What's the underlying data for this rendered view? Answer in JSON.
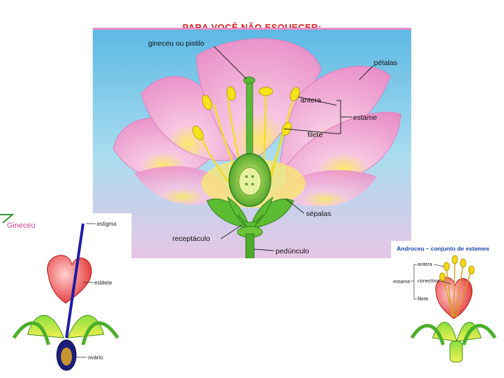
{
  "page": {
    "title": "PARA VOCÊ NÃO ESQUECER:"
  },
  "main_diagram": {
    "labels": {
      "gineceu": "gineceu ou pistilo",
      "petalas": "pétalas",
      "antera": "antera",
      "estame": "estame",
      "filete": "filete",
      "sepalas": "sépalas",
      "receptaculo": "receptáculo",
      "pedunculo": "pedúnculo"
    }
  },
  "gineceu_diagram": {
    "title": "Gineceu",
    "labels": {
      "estigma": "estigma",
      "estilete": "esblete",
      "ovario": "ovário"
    }
  },
  "androceu_diagram": {
    "title": "Androceu – conjunto de estames",
    "labels": {
      "antera": "antera",
      "conectivo": "conectivo",
      "filete": "filete",
      "estame": "estame"
    }
  },
  "colors": {
    "title": "#d62020",
    "petal": "#f3b6dc",
    "sky": "#7ec8e8",
    "green": "#4caf2a",
    "anther": "#f2e21a"
  }
}
